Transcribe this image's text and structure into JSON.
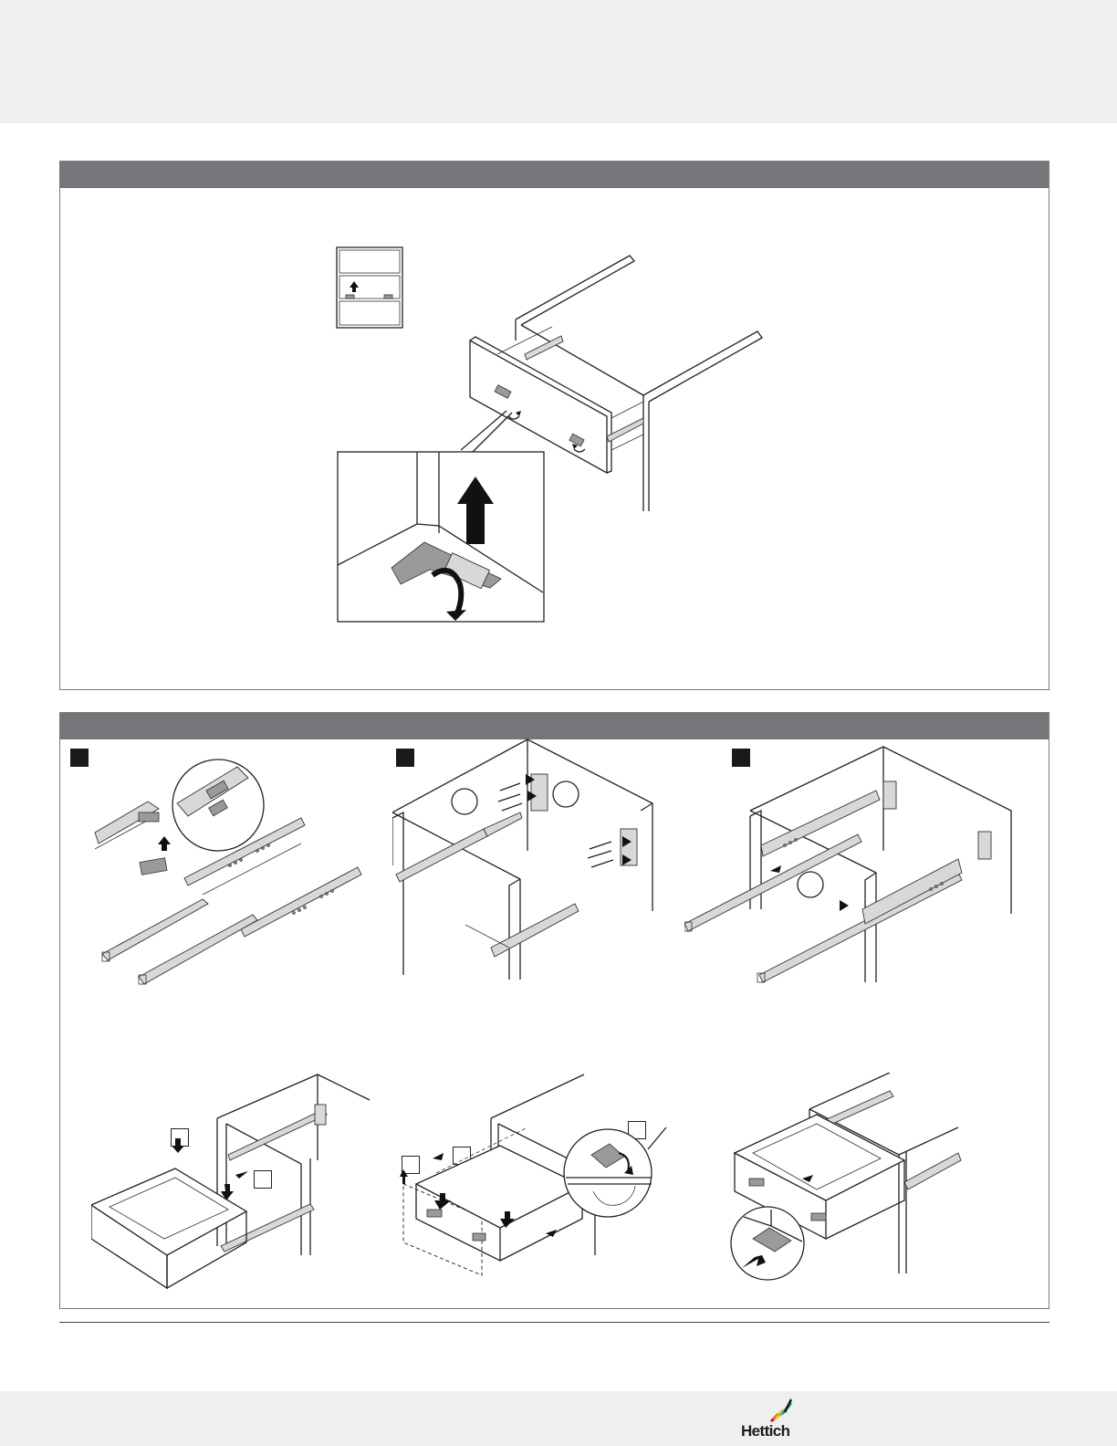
{
  "document": {
    "brand": "Hettich",
    "brand_stripe_colors": [
      "#e30613",
      "#f39200",
      "#ffcc00",
      "#95c11f",
      "#009fe3",
      "#1d1d1b"
    ],
    "header_bar_color": "#76767a"
  },
  "sections": [
    {
      "id": "drawer-removal",
      "title": ""
    },
    {
      "id": "drawer-installation",
      "title": ""
    }
  ],
  "steps": [
    {
      "number": ""
    },
    {
      "number": ""
    },
    {
      "number": ""
    }
  ],
  "icons": {
    "arrow": "arrow-icon",
    "rotate": "rotate-arrow-icon",
    "screw": "screw-icon"
  }
}
